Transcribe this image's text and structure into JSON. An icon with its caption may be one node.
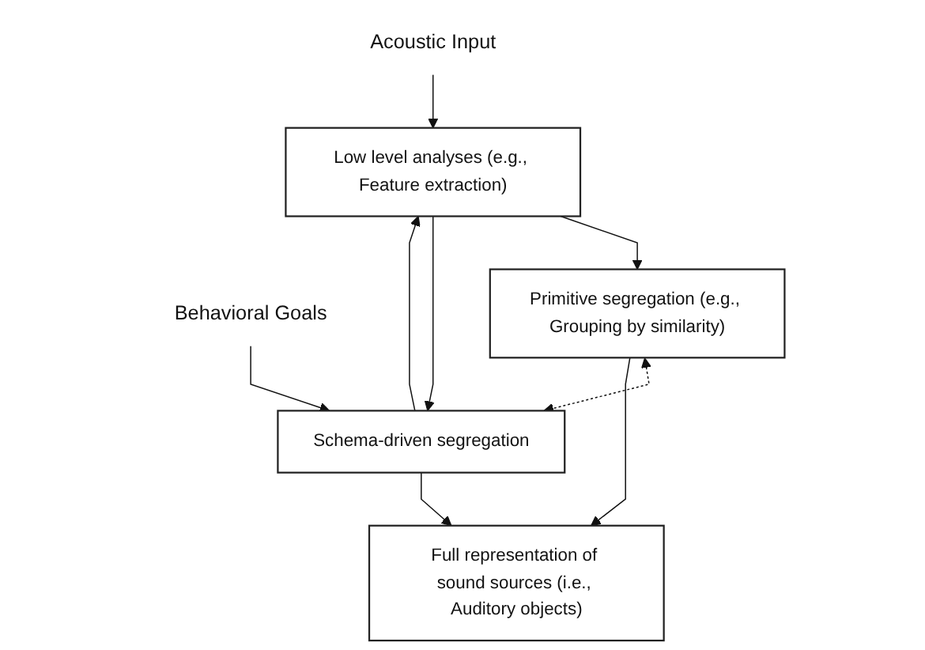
{
  "diagram": {
    "nodes": [
      {
        "text": [
          "Acoustic Input"
        ]
      },
      {
        "text": [
          "Low level analyses (e.g., Feature extraction)"
        ]
      },
      {
        "text": [
          "Behavioral Goals"
        ]
      },
      {
        "text": [
          "Primitive segregation (e.g., Grouping by similarity)"
        ]
      },
      {
        "text": [
          "Schema-driven segregation"
        ]
      },
      {
        "text": [
          "Full representation of sound sources (i.e., Auditory objects)"
        ]
      }
    ],
    "edges": [
      {
        "from": 0,
        "to": 1,
        "arrow": "to"
      },
      {
        "from": 1,
        "to": 3,
        "arrow": "to"
      },
      {
        "from": 1,
        "to": 4,
        "arrow": "to"
      },
      {
        "from": 4,
        "to": 1,
        "arrow": "to"
      },
      {
        "from": 2,
        "to": 4,
        "arrow": "to"
      },
      {
        "from": 3,
        "to": 4,
        "arrow": "both",
        "style": "dashed"
      },
      {
        "from": 3,
        "to": 5,
        "arrow": "to"
      },
      {
        "from": 4,
        "to": 5,
        "arrow": "to"
      }
    ]
  }
}
